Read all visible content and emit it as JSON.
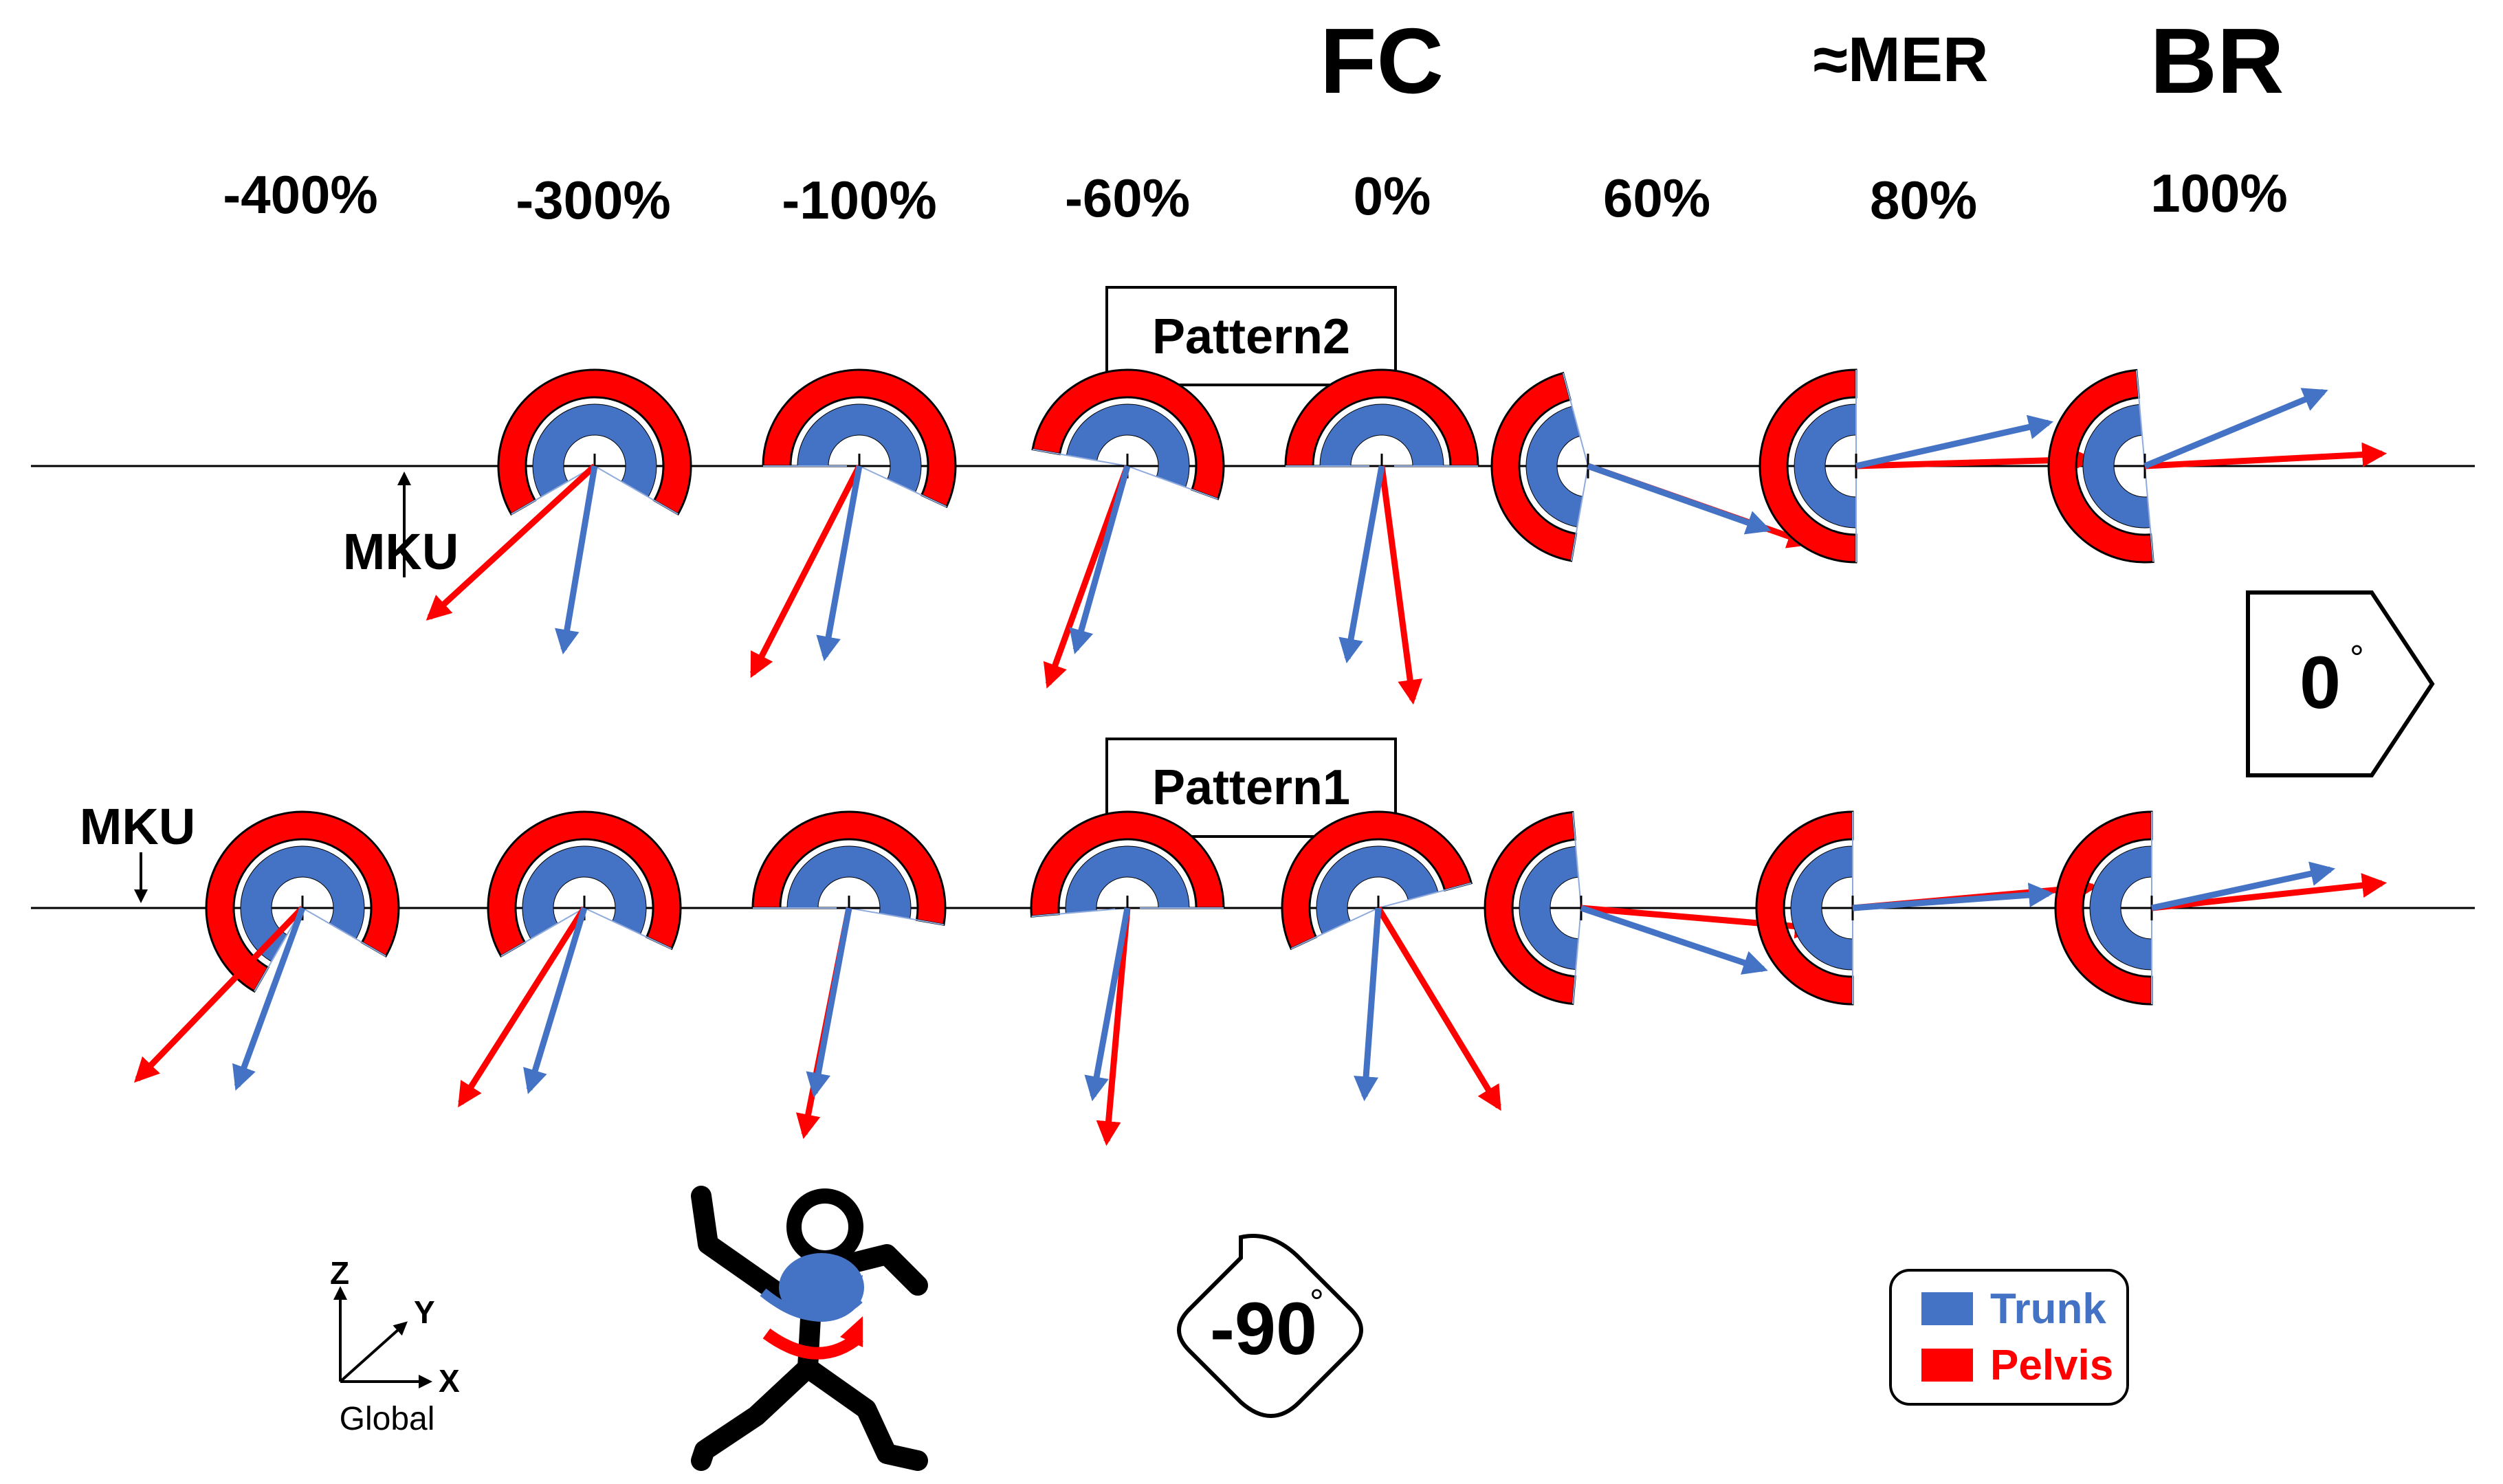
{
  "colors": {
    "trunk": "#4472C4",
    "pelvis": "#FF0000"
  },
  "phases": {
    "fc": "FC",
    "mer": "≈MER",
    "br": "BR"
  },
  "timepoints": [
    "-400%",
    "-300%",
    "-100%",
    "-60%",
    "0%",
    "60%",
    "80%",
    "100%"
  ],
  "patterns": {
    "pattern2": {
      "label": "Pattern2",
      "mku_label": "MKU"
    },
    "pattern1": {
      "label": "Pattern1",
      "mku_label": "MKU"
    }
  },
  "orientation_markers": {
    "right": {
      "value": "0",
      "unit": "°"
    },
    "bottom": {
      "value": "-90",
      "unit": "°"
    }
  },
  "axes": {
    "z": "Z",
    "y": "Y",
    "x": "X",
    "caption": "Global"
  },
  "legend": [
    {
      "label": "Trunk",
      "color": "#4472C4"
    },
    {
      "label": "Pelvis",
      "color": "#FF0000"
    }
  ],
  "figure_icons": [
    "runner-figure-icon",
    "trunk-rotation-arrow-icon",
    "pelvis-rotation-arrow-icon"
  ]
}
